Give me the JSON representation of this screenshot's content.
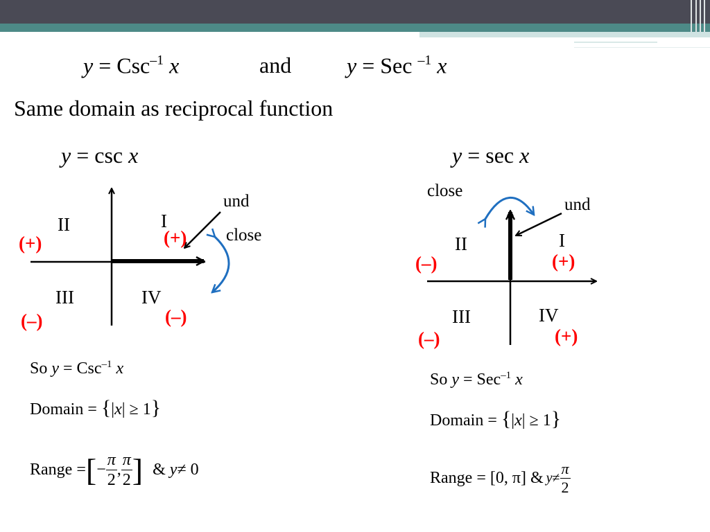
{
  "title": {
    "csc_inv": {
      "y": "y",
      "eq": " = Csc",
      "sup": "–1",
      "x": "x"
    },
    "and": "and",
    "sec_inv": {
      "y": "y",
      "eq": " = Sec ",
      "sup": "–1",
      "x": "x"
    }
  },
  "subtitle": "Same domain as reciprocal function",
  "left": {
    "heading": {
      "y": "y",
      "eq": " = csc ",
      "x": "x"
    },
    "labels": {
      "und": "und",
      "close": "close",
      "q1": "I",
      "q2": "II",
      "q3": "III",
      "q4": "IV",
      "sign_q1": "(+)",
      "sign_q2": "(+)",
      "sign_q3": "(–)",
      "sign_q4": "(–)"
    },
    "so": {
      "prefix": "So ",
      "y": "y",
      "eq": " = Csc",
      "sup": "–1",
      "x": "x"
    },
    "domain": {
      "label": "Domain = ",
      "lbrace": "{",
      "bar1": "|",
      "x": "x",
      "bar2": "|",
      "ge": " ≥ 1",
      "rbrace": "}"
    },
    "range": {
      "label": "Range = ",
      "lbr": "[",
      "neg": "−",
      "pi": "π",
      "two": "2",
      "comma": ",",
      "rbr": "]",
      "tail_amp": "& ",
      "tail_y": "y",
      "tail_rest": " ≠ 0"
    }
  },
  "right": {
    "heading": {
      "y": "y",
      "eq": " = sec ",
      "x": "x"
    },
    "labels": {
      "und": "und",
      "close": "close",
      "q1": "I",
      "q2": "II",
      "q3": "III",
      "q4": "IV",
      "sign_q1": "(+)",
      "sign_q2": "(–)",
      "sign_q3": "(–)",
      "sign_q4": "(+)"
    },
    "so": {
      "prefix": "So ",
      "y": "y",
      "eq": " = Sec",
      "sup": "–1",
      "x": "x"
    },
    "domain": {
      "label": "Domain = ",
      "lbrace": "{",
      "bar1": "|",
      "x": "x",
      "bar2": "|",
      "ge": " ≥ 1",
      "rbrace": "}"
    },
    "range": {
      "label": "Range = [0, π] & ",
      "y": "y",
      "ne": " ≠ ",
      "pi": "π",
      "two": "2"
    }
  },
  "colors": {
    "sign": "#ff0000",
    "arc": "#1f6fc0",
    "header_dark": "#4a4a55",
    "header_teal": "#4d8a87"
  }
}
